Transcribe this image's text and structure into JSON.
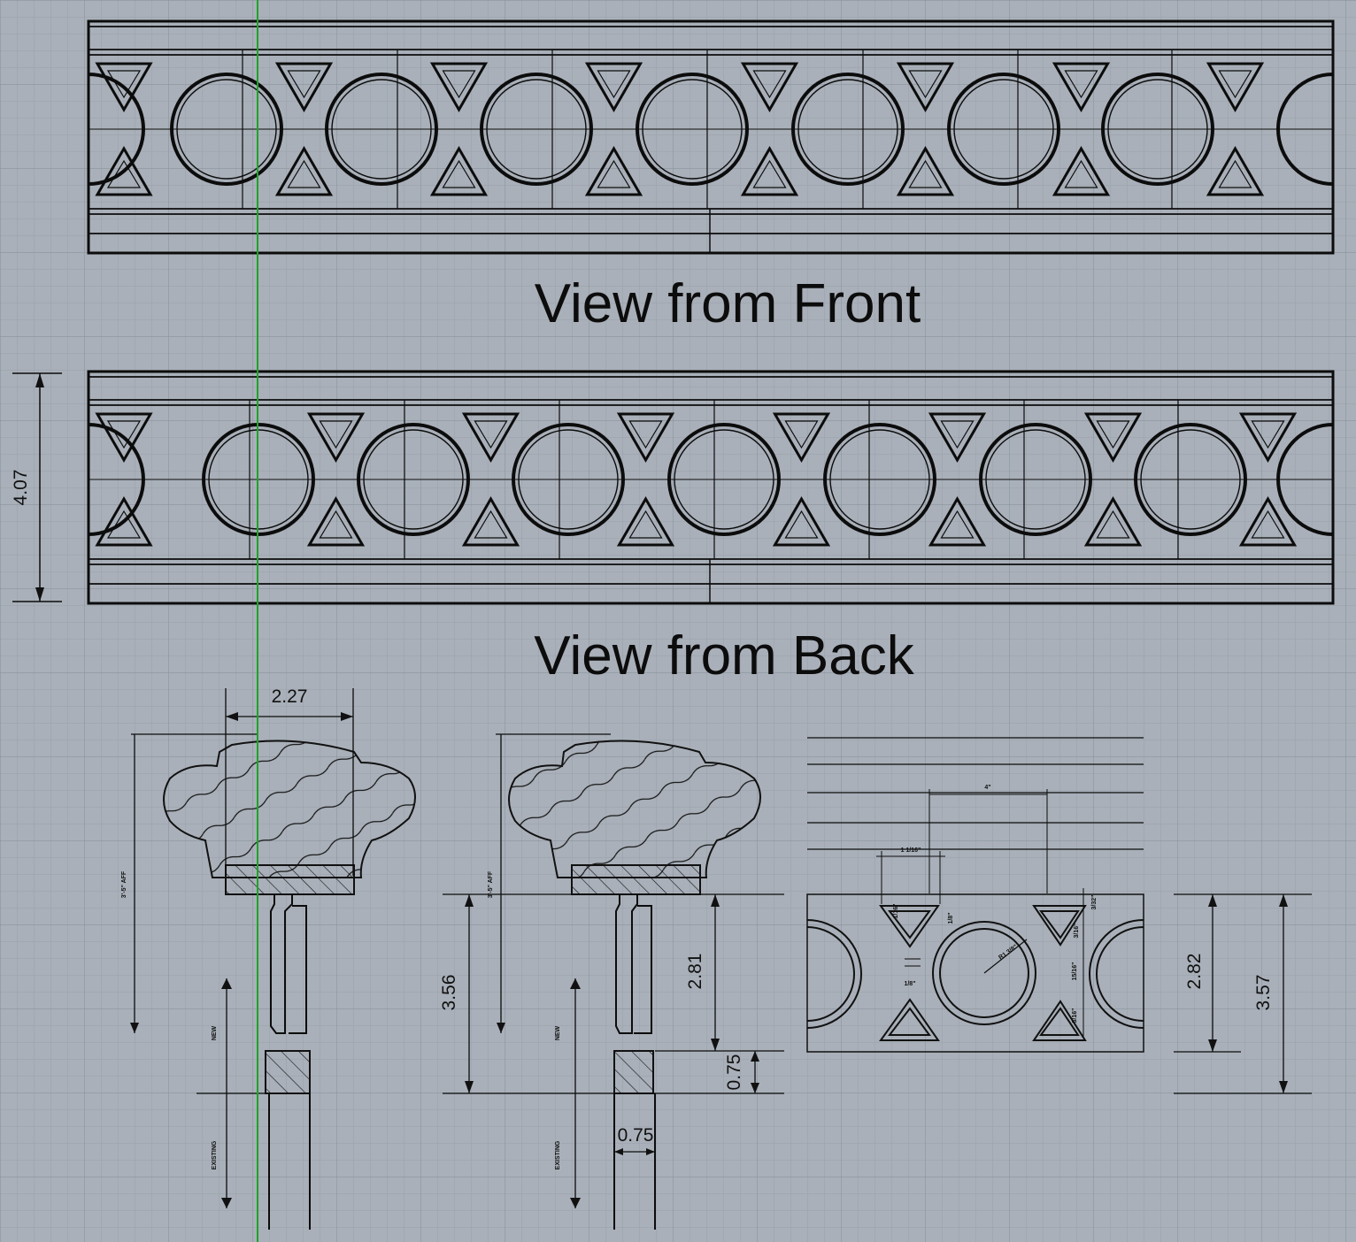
{
  "views": {
    "front_label": "View from Front",
    "back_label": "View from Back"
  },
  "dimensions": {
    "back_height": "4.07",
    "profile_width": "2.27",
    "overall_height_mid": "3.56",
    "rail_height": "2.81",
    "base_height": "0.75",
    "base_width": "0.75",
    "detail_rail": "2.82",
    "detail_overall": "3.57"
  },
  "section_notes": {
    "aff_left": "3'-5\" AFF",
    "aff_mid": "3'-5\" AFF",
    "new_left": "NEW",
    "new_mid": "NEW",
    "existing_left": "EXISTING",
    "existing_mid": "EXISTING"
  },
  "detail_notes": {
    "top_span": "4\"",
    "tri_width": "1 1/16\"",
    "radius": "R1 3/8\"",
    "gap_a": "1/8\"",
    "gap_b": "1/8\"",
    "side_a": "1/16\"",
    "side_b": "3/32\"",
    "side_c": "3/16\"",
    "side_d": "15/16\"",
    "side_e": "3/16\""
  },
  "colors": {
    "background": "#a9b0b9",
    "grid_minor": "#9aa1ab",
    "grid_major": "#8b939e",
    "linework": "#0c0c0c",
    "cursor_line": "#1fa32a"
  }
}
